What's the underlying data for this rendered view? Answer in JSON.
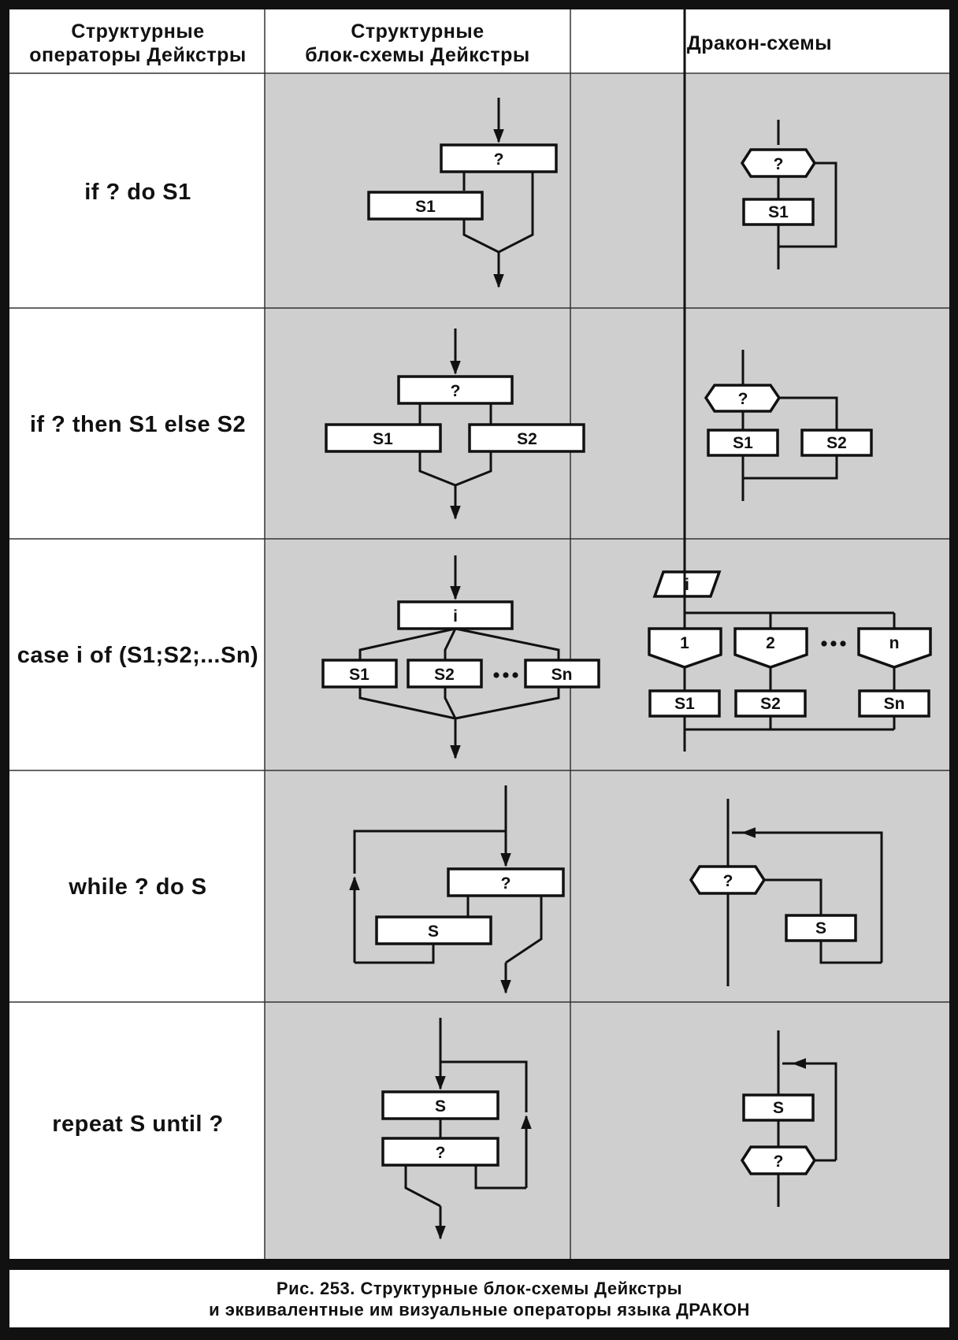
{
  "headers": {
    "col1": [
      "Структурные",
      "операторы Дейкстры"
    ],
    "col2": [
      "Структурные",
      "блок-схемы Дейкстры"
    ],
    "col3": [
      "Дракон-схемы"
    ]
  },
  "rows": [
    {
      "label": "if ? do S1",
      "cond": "?",
      "s1": "S1"
    },
    {
      "label": "if ? then S1 else S2",
      "cond": "?",
      "s1": "S1",
      "s2": "S2"
    },
    {
      "label": "case i of (S1;S2;...Sn)",
      "cond": "i",
      "s1": "S1",
      "s2": "S2",
      "sn": "Sn",
      "c1": "1",
      "c2": "2",
      "cn": "n"
    },
    {
      "label": "while ? do S",
      "cond": "?",
      "s": "S"
    },
    {
      "label": "repeat S until ?",
      "cond": "?",
      "s": "S"
    }
  ],
  "caption": {
    "line1": "Рис. 253. Структурные блок-схемы Дейкстры",
    "line2": "и эквивалентные им визуальные операторы языка ДРАКОН"
  },
  "colors": {
    "cell_fill": "#cfcfcf",
    "line": "#111111",
    "frame": "#111111"
  }
}
